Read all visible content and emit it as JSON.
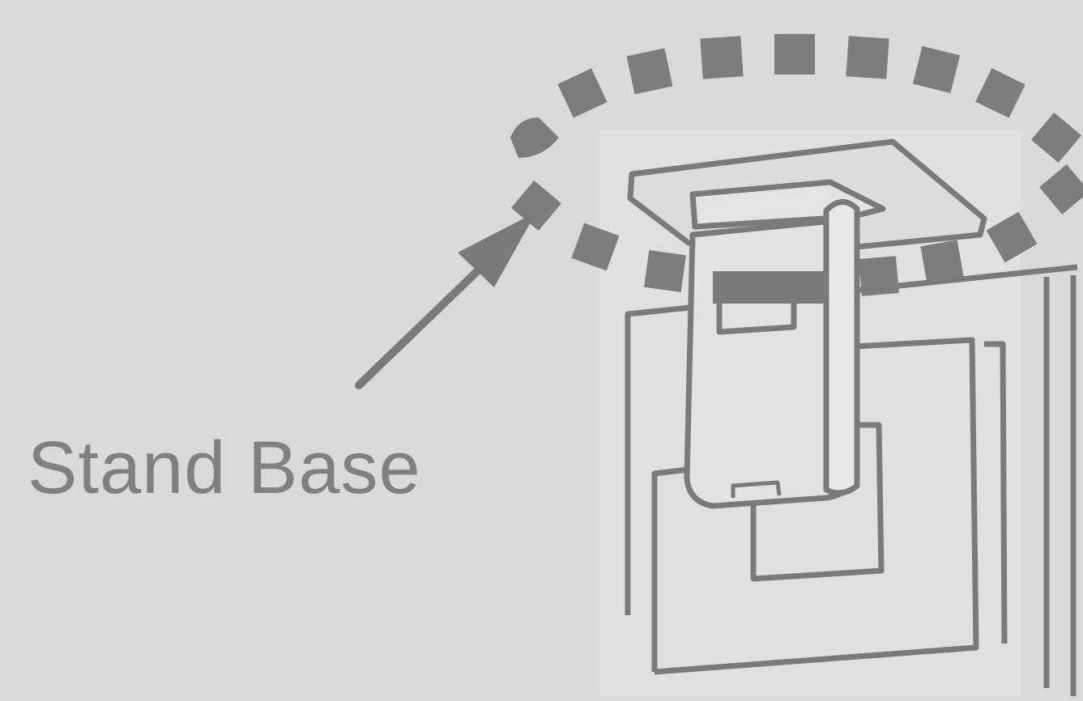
{
  "callout": {
    "label": "Stand Base"
  },
  "illustration": {
    "subject": "monitor-stand-rear-view",
    "highlight": "dotted-ellipse",
    "colors": {
      "background": "#d9d9d9",
      "line": "#7a7a7a",
      "highlight": "#7d7d7d",
      "text": "#808080"
    }
  }
}
